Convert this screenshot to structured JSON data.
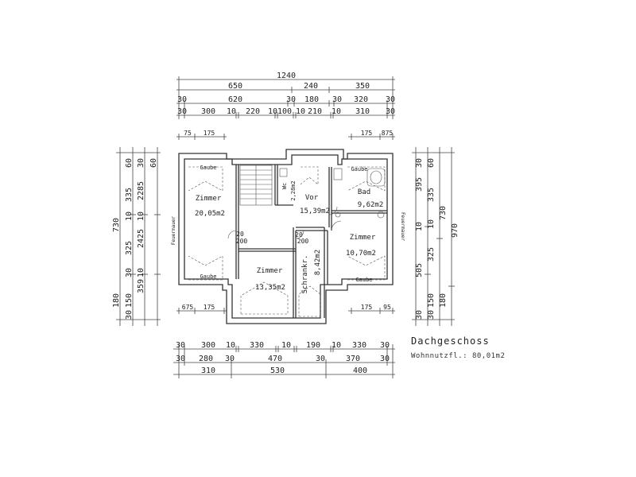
{
  "title": "Dachgeschoss",
  "subtitle": "Wohnnutzfl.: 80,01m2",
  "rooms": {
    "zimmer_left": {
      "name": "Zimmer",
      "area": "20,05m2"
    },
    "vor": {
      "name": "Vor",
      "area": "15,39m2"
    },
    "bad": {
      "name": "Bad",
      "area": "9,62m2"
    },
    "zimmer_right": {
      "name": "Zimmer",
      "area": "10,70m2"
    },
    "zimmer_middle": {
      "name": "Zimmer",
      "area": "13,35m2"
    },
    "schrankr": {
      "name": "Schrankr.",
      "area": "8,42m2"
    },
    "wc": {
      "name": "Wc",
      "area": "2,28m2"
    }
  },
  "labels": {
    "gaube": "Gaube",
    "feuermauer": "Feuermauer",
    "door_20": "20",
    "door_200": "200"
  },
  "dims": {
    "top_total": "1240",
    "top_row1": [
      "650",
      "240",
      "350"
    ],
    "top_row2": [
      "30",
      "620",
      "30",
      "180",
      "30",
      "320",
      "30"
    ],
    "top_row3": [
      "30",
      "300",
      "10",
      "220",
      "10",
      "100",
      "10",
      "210",
      "10",
      "310",
      "30"
    ],
    "top_small_left": [
      "75",
      "175"
    ],
    "top_small_right": [
      "175",
      "875"
    ],
    "bottom_row1": [
      "30",
      "300",
      "10",
      "330",
      "10",
      "190",
      "10",
      "330",
      "30"
    ],
    "bottom_row2": [
      "30",
      "280",
      "30",
      "470",
      "30",
      "370",
      "30"
    ],
    "bottom_row3": [
      "310",
      "530",
      "400"
    ],
    "bottom_small_left": [
      "675",
      "175"
    ],
    "bottom_small_right": [
      "175",
      "95"
    ],
    "left_total": "730",
    "left_row": [
      "60",
      "30",
      "335",
      "10",
      "325",
      "30",
      "180"
    ],
    "left_row2": [
      "60",
      "2285",
      "10",
      "2425",
      "10",
      "359"
    ],
    "left_bottom": [
      "150",
      "30"
    ],
    "right_total": "970",
    "right_row1": [
      "730",
      "180"
    ],
    "right_row2": [
      "60",
      "335",
      "10",
      "325",
      "150",
      "30"
    ],
    "right_row3": [
      "30",
      "395",
      "10",
      "505",
      "30"
    ]
  }
}
